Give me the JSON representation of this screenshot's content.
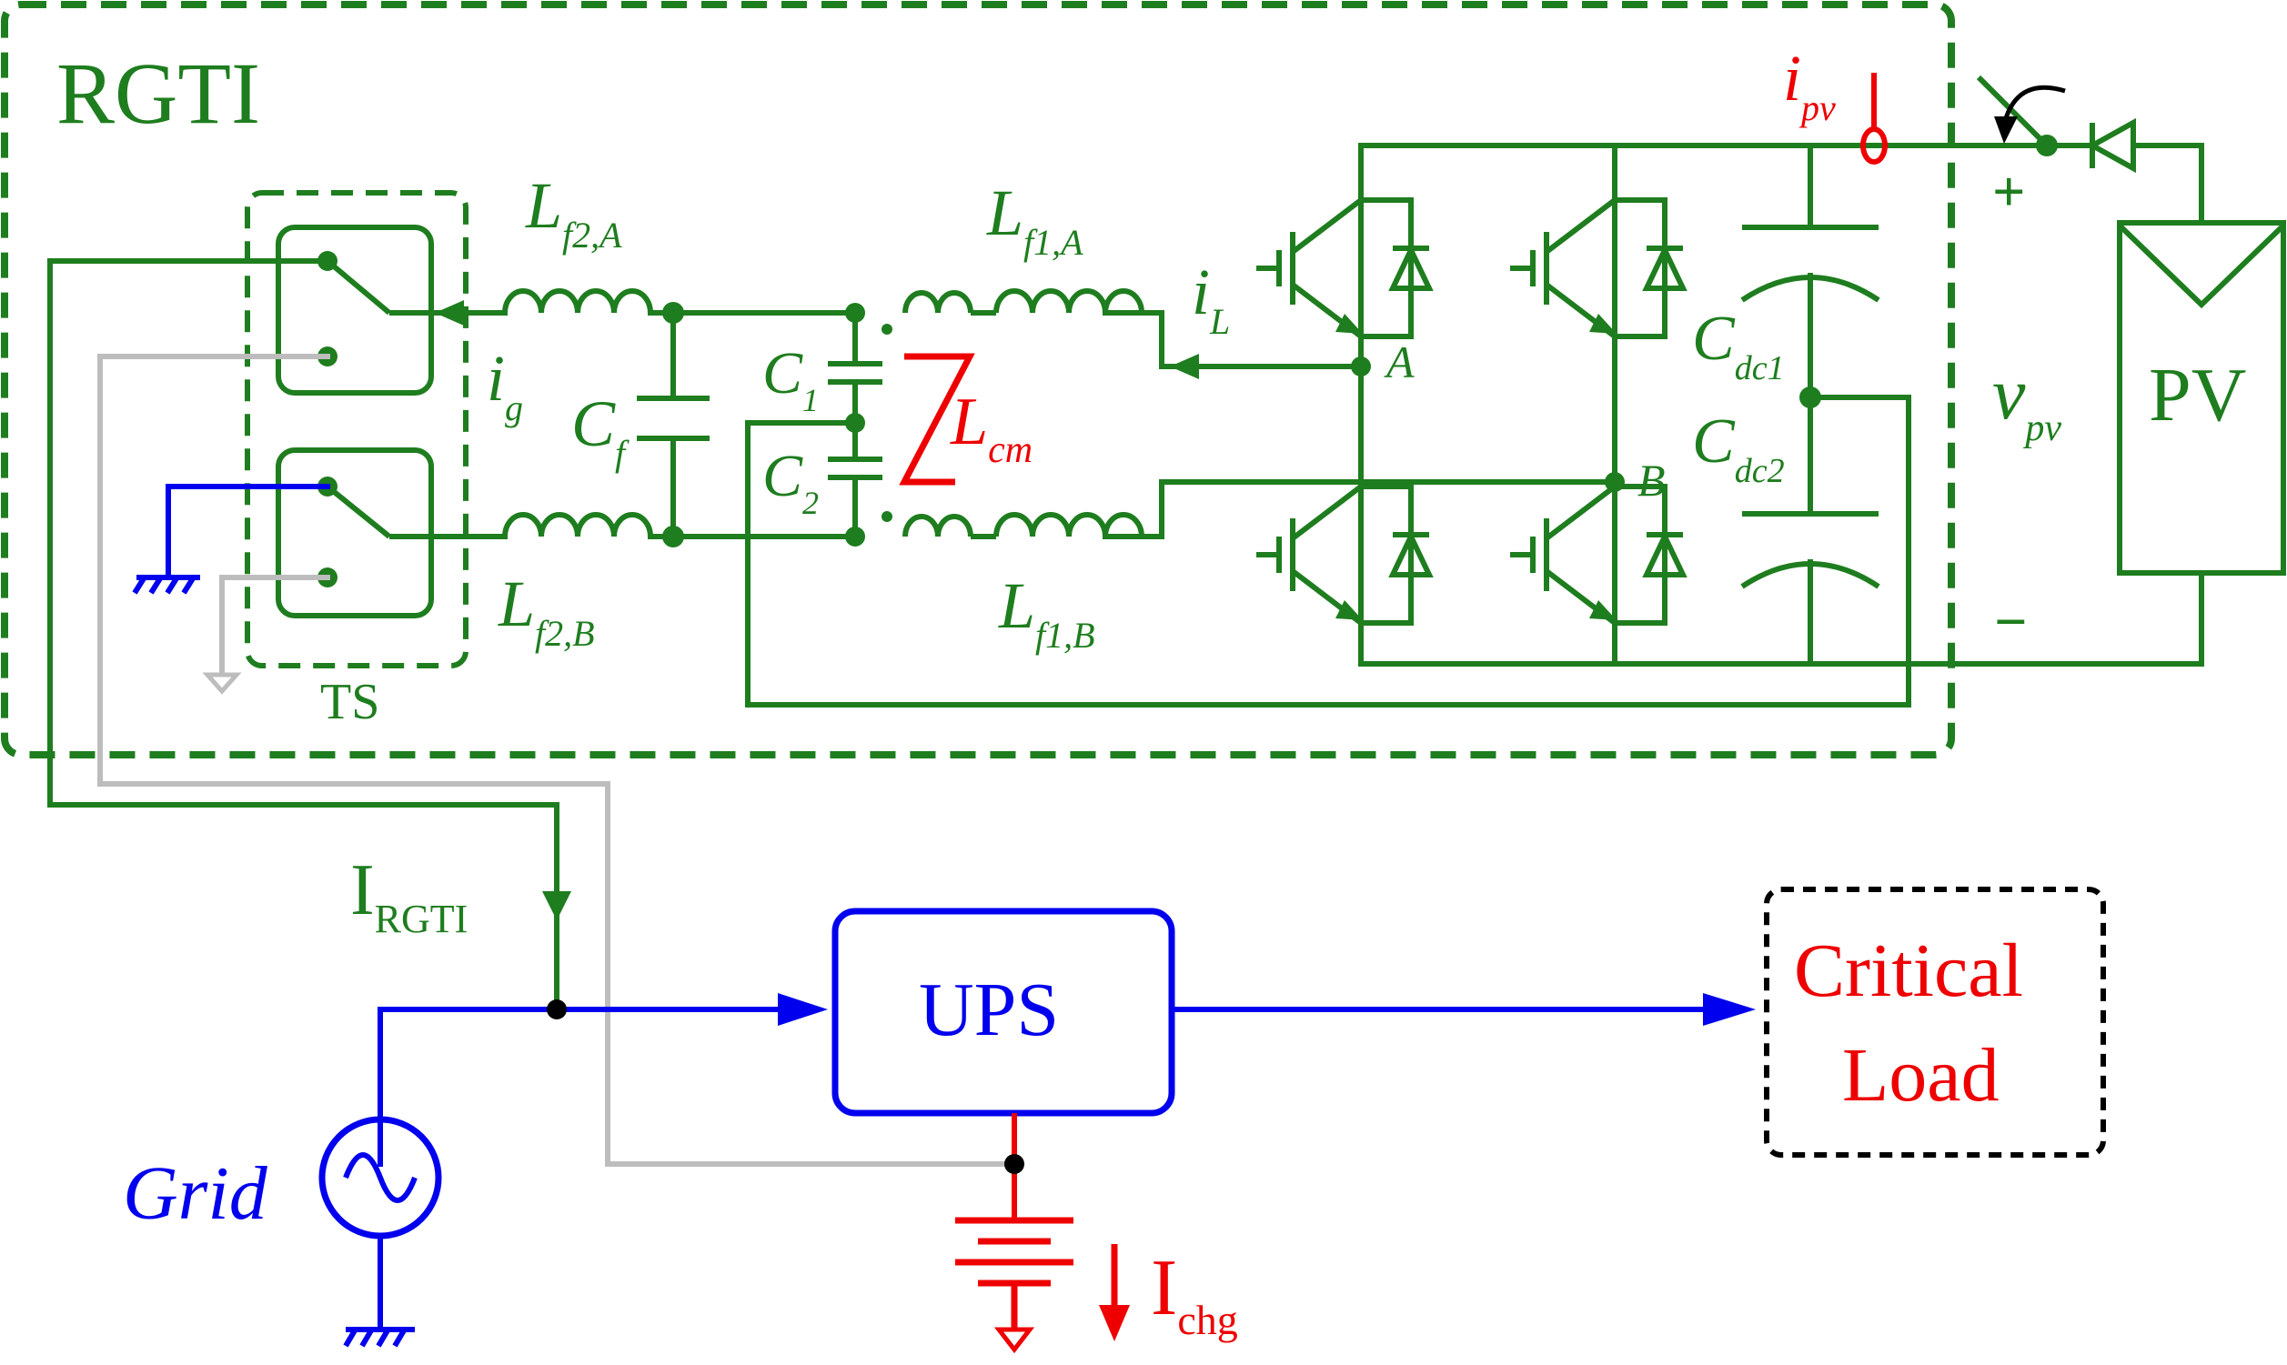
{
  "colors": {
    "converter": "#1e7d1e",
    "grid": "#0000ee",
    "battery": "#ee0000",
    "aux": "#bdbdbd",
    "load_border": "#000000"
  },
  "labels": {
    "rgti_title": "RGTI",
    "ts": "TS",
    "pv": "PV",
    "ups": "UPS",
    "critical_load_line1": "Critical",
    "critical_load_line2": "Load",
    "grid": "Grid",
    "i_rgti_main": "I",
    "i_rgti_sub": "RGTI",
    "i_chg_main": "I",
    "i_chg_sub": "chg",
    "ipv_main": "i",
    "ipv_sub": "pv",
    "vpv_main": "v",
    "vpv_sub": "pv",
    "plus": "+",
    "minus": "−",
    "il_main": "i",
    "il_sub": "L",
    "ig_main": "i",
    "ig_sub": "g",
    "node_a": "A",
    "node_b": "B",
    "lf2a_main": "L",
    "lf2a_sub": "f2,A",
    "lf2b_main": "L",
    "lf2b_sub": "f2,B",
    "lf1a_main": "L",
    "lf1a_sub": "f1,A",
    "lf1b_main": "L",
    "lf1b_sub": "f1,B",
    "cf_main": "C",
    "cf_sub": "f",
    "c1_main": "C",
    "c1_sub": "1",
    "c2_main": "C",
    "c2_sub": "2",
    "lcm_main": "L",
    "lcm_sub": "cm",
    "cdc1_main": "C",
    "cdc1_sub": "dc1",
    "cdc2_main": "C",
    "cdc2_sub": "dc2"
  }
}
